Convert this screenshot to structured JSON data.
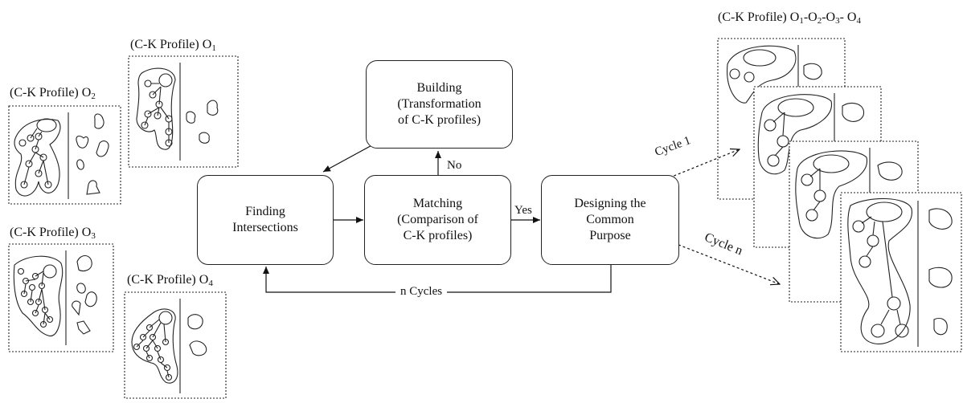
{
  "profiles": {
    "o1": {
      "label_main": "(C-K Profile) O",
      "label_sub": "1"
    },
    "o2": {
      "label_main": "(C-K Profile) O",
      "label_sub": "2"
    },
    "o3": {
      "label_main": "(C-K Profile) O",
      "label_sub": "3"
    },
    "o4": {
      "label_main": "(C-K Profile) O",
      "label_sub": "4"
    },
    "combined": {
      "prefix": "(C-K Profile) O",
      "s1": "1",
      "d1": "-O",
      "s2": "2",
      "d2": "-O",
      "s3": "3",
      "d3": "- O",
      "s4": "4"
    }
  },
  "process": {
    "building": {
      "line1": "Building",
      "line2": "(Transformation",
      "line3": "of C-K profiles)"
    },
    "finding": {
      "line1": "Finding",
      "line2": "Intersections"
    },
    "matching": {
      "line1": "Matching",
      "line2": "(Comparison of",
      "line3": "C-K profiles)"
    },
    "designing": {
      "line1": "Designing the",
      "line2": "Common",
      "line3": "Purpose"
    }
  },
  "edges": {
    "no": "No",
    "yes": "Yes",
    "n_cycles": "n Cycles",
    "cycle_1": "Cycle 1",
    "cycle_n": "Cycle n"
  },
  "colors": {
    "stroke": "#222222",
    "background": "#ffffff"
  }
}
